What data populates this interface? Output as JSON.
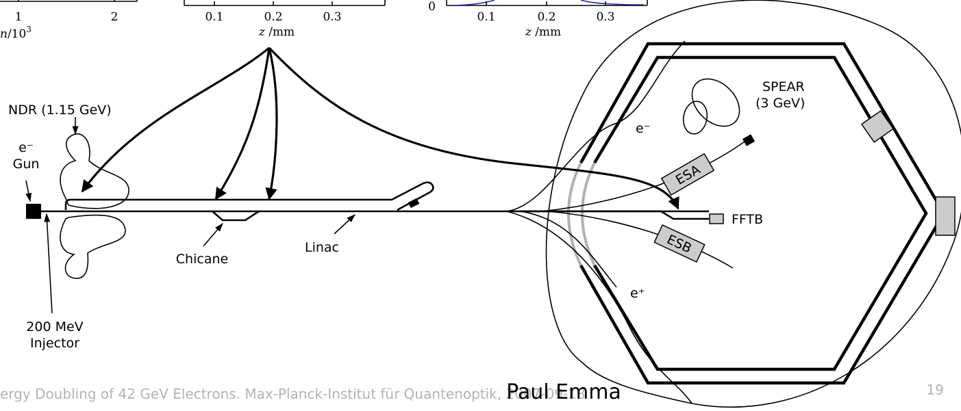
{
  "top_plots": {
    "plot1": {
      "ticks": [
        "1",
        "2"
      ],
      "axis_label_main": "n",
      "axis_label_unit": "/10",
      "axis_label_exp": "3"
    },
    "plot2": {
      "ticks": [
        "0.1",
        "0.2",
        "0.3"
      ],
      "axis_label_var": "z",
      "axis_label_unit": " /mm"
    },
    "plot3": {
      "ticks": [
        "0.1",
        "0.2",
        "0.3"
      ],
      "y_tick": "0",
      "axis_label_var": "z",
      "axis_label_unit": " /mm"
    }
  },
  "labels": {
    "ndr": "NDR (1.15 GeV)",
    "gun_line1": "e⁻",
    "gun_line2": "Gun",
    "chicane": "Chicane",
    "linac": "Linac",
    "injector_line1": "200 MeV",
    "injector_line2": "Injector",
    "spear_line1": "SPEAR",
    "spear_line2": "(3 GeV)",
    "electron": "e⁻",
    "positron": "e⁺",
    "esa": "ESA",
    "esb": "ESB",
    "fftb": "FFTB"
  },
  "footer": {
    "title": "ergy Doubling of 42 GeV Electrons. Max-Planck-Institut für Quantenoptik, 2007-09-18",
    "presenter": "Paul Emma",
    "page_number": "19"
  },
  "colors": {
    "curve": "#1a1aa6",
    "box_fill": "#cccccc",
    "gray_track": "#b0b0b0",
    "footer": "#b3b3b3"
  }
}
